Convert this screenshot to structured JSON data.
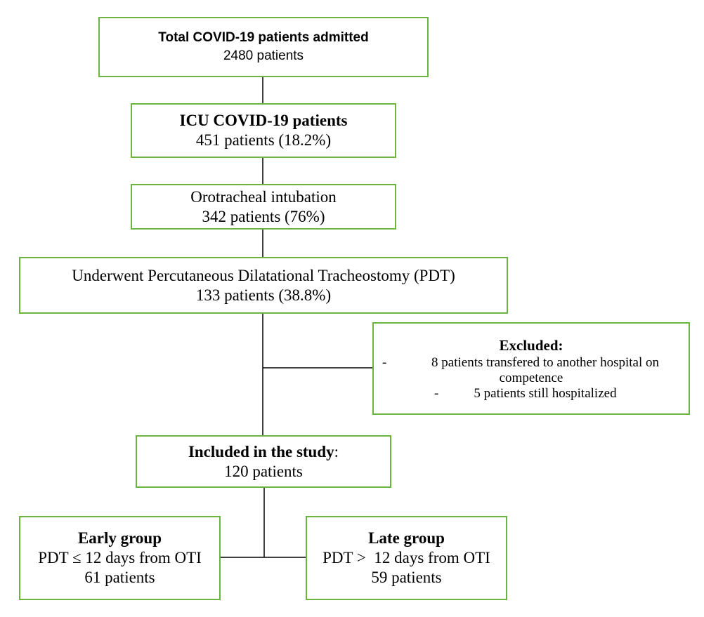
{
  "boxes": {
    "total": {
      "title": "Total COVID-19 patients admitted",
      "count": "2480 patients"
    },
    "icu": {
      "title": "ICU COVID-19 patients",
      "count": "451 patients (18.2%)"
    },
    "oti": {
      "title": "Orotracheal intubation",
      "count": "342 patients (76%)"
    },
    "pdt": {
      "title": "Underwent Percutaneous Dilatational Tracheostomy (PDT)",
      "count": "133 patients (38.8%)"
    },
    "excluded": {
      "title": "Excluded:",
      "bullet": "-",
      "line1": "8 patients transfered to another hospital on",
      "line1b": "competence",
      "line2": "5 patients still hospitalized"
    },
    "included": {
      "title": "Included in the study",
      "suffix": ":",
      "count": "120 patients"
    },
    "early": {
      "title": "Early group",
      "criterion": "PDT ≤ 12 days from OTI",
      "count": "61 patients"
    },
    "late": {
      "title": "Late group",
      "criterion": "PDT >  12 days from OTI",
      "count": "59 patients"
    }
  },
  "colors": {
    "box_border": "#6db33f",
    "line": "#000000"
  }
}
